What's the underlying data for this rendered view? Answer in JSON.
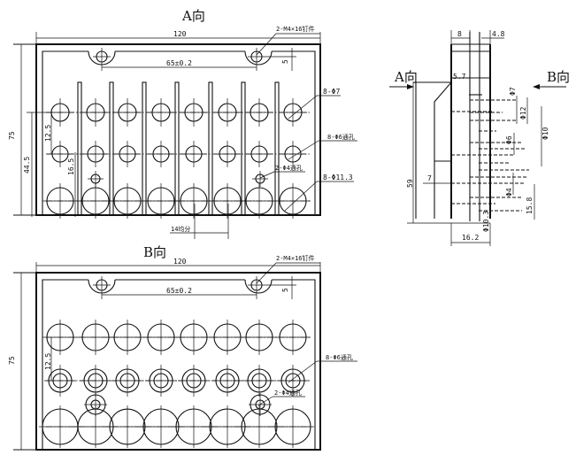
{
  "view_a": {
    "title": "A向",
    "width_dim": "120",
    "bolt_note": "2-M4×16钉件",
    "bolt_spacing": "65±0.2",
    "edge_dim": "5",
    "height_dim": "75",
    "row_pitch": "12.5",
    "row_offset": "44.5",
    "hole_offset": "16.5",
    "pitch_dim": "14均分",
    "note_d7": "8-Φ7",
    "note_d6": "8-Φ6通孔",
    "note_d4": "2-Φ4通孔",
    "note_d113": "8-Φ11.3"
  },
  "view_b": {
    "title": "B向",
    "width_dim": "120",
    "bolt_note": "2-M4×16钉件",
    "bolt_spacing": "65±0.2",
    "edge_dim": "5",
    "height_dim": "75",
    "row_pitch": "12.5",
    "note_d6": "8-Φ6通孔",
    "note_d4": "2-Φ4通孔"
  },
  "section": {
    "label_a": "A向",
    "label_b": "B向",
    "dim_8": "8",
    "dim_48": "4.8",
    "dim_57": "5.7",
    "dim_d7": "Φ7",
    "dim_d12": "Φ12",
    "dim_d6": "Φ6",
    "dim_d10": "Φ10",
    "dim_7": "7",
    "dim_59": "59",
    "dim_d4": "Φ4",
    "dim_158": "15.8",
    "dim_d103": "Φ10.3",
    "dim_162": "16.2"
  }
}
